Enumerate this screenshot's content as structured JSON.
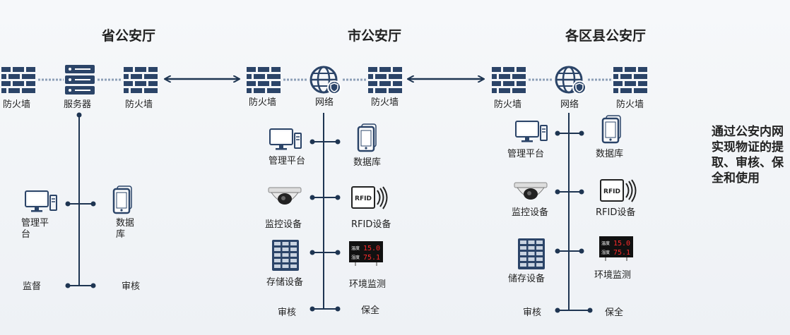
{
  "columns": {
    "province": {
      "title": "省公安厅",
      "fw_left": "防火墙",
      "server": "服务器",
      "fw_right": "防火墙",
      "mgmt_l1": "管理平",
      "mgmt_l2": "台",
      "db_l1": "数",
      "db_l2": "据",
      "db_l3": "库",
      "supervise": "监督",
      "review": "审核"
    },
    "city": {
      "title": "市公安厅",
      "fw_left": "防火墙",
      "network": "网络",
      "fw_right": "防火墙",
      "mgmt": "管理平台",
      "db": "数据库",
      "monitor": "监控设备",
      "rfid": "RFID设备",
      "storage": "存储设备",
      "env": "环境监测",
      "review": "审核",
      "preserve": "保全"
    },
    "district": {
      "title": "各区县公安厅",
      "fw_left": "防火墙",
      "network": "网络",
      "fw_right": "防火墙",
      "mgmt": "管理平台",
      "db": "数据库",
      "monitor": "监控设备",
      "rfid": "RFID设备",
      "storage": "储存设备",
      "env": "环境监测",
      "review": "审核",
      "preserve": "保全"
    }
  },
  "side_text": "通过公安内网实现物证的提取、审核、保全和使用",
  "display": {
    "temp_label": "温度",
    "temp_value": "15.0",
    "hum_label": "湿度",
    "hum_value": "75.1"
  },
  "rfid_tag": "RFID",
  "colors": {
    "icon": "#2b4468",
    "line": "#1e3552",
    "dots": "#8ea0b8",
    "display_bg": "#111111",
    "display_digits": "#ff2b2b"
  }
}
